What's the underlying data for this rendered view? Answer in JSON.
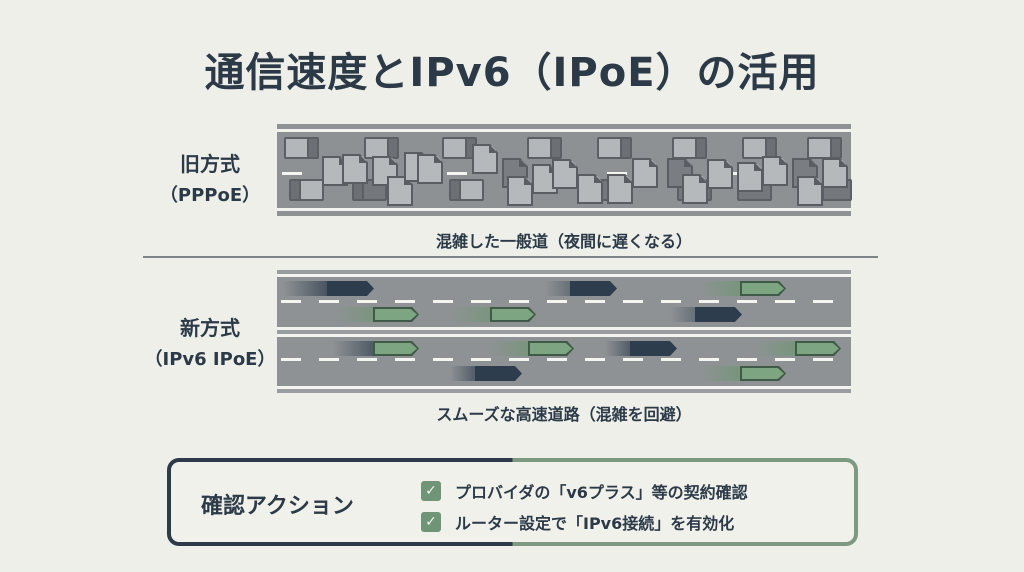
{
  "title": "通信速度とIPv6（IPoE）の活用",
  "old_method": {
    "label": "旧方式",
    "sublabel": "（PPPoE）",
    "caption": "混雑した一般道（夜間に遅くなる）",
    "illustration": "congested-road-with-packets"
  },
  "new_method": {
    "label": "新方式",
    "sublabel": "（IPv6 IPoE）",
    "caption": "スムーズな高速道路（混雑を回避）",
    "illustration": "two-lane-highway-with-fast-cars"
  },
  "action": {
    "title": "確認アクション",
    "items": [
      {
        "icon": "checkbox-checked-icon",
        "text": "プロバイダの「v6プラス」等の契約確認"
      },
      {
        "icon": "checkbox-checked-icon",
        "text": "ルーター設定で「IPv6接続」を有効化"
      }
    ]
  },
  "colors": {
    "background": "#efefe9",
    "text": "#2c3a48",
    "road": "#8d9092",
    "navy_car": "#2d3d4e",
    "green_car": "#7ea582",
    "check": "#6f9476",
    "border_dark": "#2d3a4a",
    "border_green": "#7d9a80"
  }
}
